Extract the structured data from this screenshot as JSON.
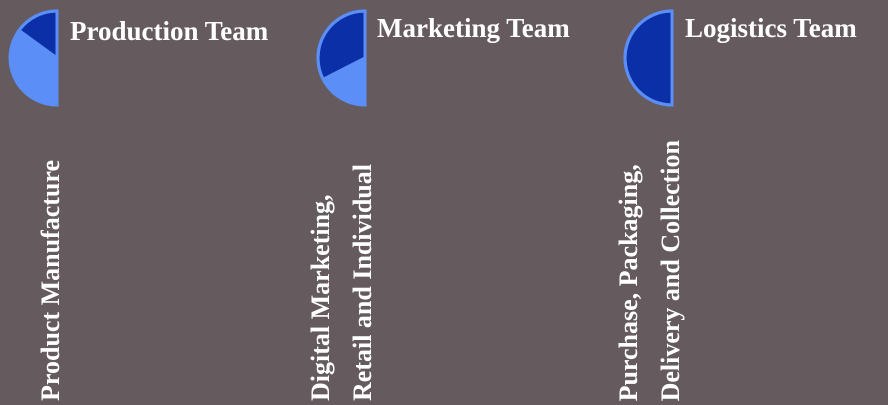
{
  "colors": {
    "background": "#655b5f",
    "pie_light": "#5b8ff7",
    "pie_dark": "#0b2fa6",
    "text": "#ffffff"
  },
  "teams": [
    {
      "title": "Production Team",
      "description_lines": [
        "Product Manufacture"
      ],
      "pie_fraction": 0.3,
      "icon": "half-pie-icon"
    },
    {
      "title": "Marketing Team",
      "description_lines": [
        "Digital Marketing,",
        "Retail and Individual"
      ],
      "pie_fraction": 0.65,
      "icon": "half-pie-icon"
    },
    {
      "title": "Logistics Team",
      "description_lines": [
        "Purchase, Packaging,",
        "Delivery and Collection"
      ],
      "pie_fraction": 1.0,
      "icon": "half-pie-icon"
    }
  ]
}
